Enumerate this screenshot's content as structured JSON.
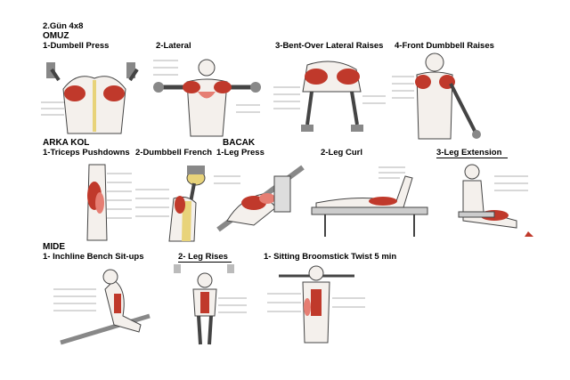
{
  "header": {
    "day": "2.Gün  4x8"
  },
  "sections": {
    "shoulder": {
      "title": "OMUZ",
      "exercises": [
        "1-Dumbell Press",
        "2-Lateral",
        "3-Bent-Over Lateral Raises",
        "4-Front Dumbbell Raises"
      ]
    },
    "triceps": {
      "title": "ARKA KOL",
      "exercises": [
        "1-Triceps Pushdowns",
        "2-Dumbbell French"
      ]
    },
    "legs": {
      "title": "BACAK",
      "exercises": [
        "1-Leg Press",
        "2-Leg Curl",
        "3-Leg Extension"
      ]
    },
    "abs": {
      "title": "MIDE",
      "exercises": [
        "1- Inchline Bench Sit-ups",
        "2- Leg Rises",
        "1- Sitting Broomstick Twist 5 min"
      ]
    }
  },
  "illustration_colors": {
    "muscle": "#c0392b",
    "muscle_light": "#e67e73",
    "line": "#444444",
    "skin": "#f4f0ec",
    "tendon": "#e8d37a"
  }
}
